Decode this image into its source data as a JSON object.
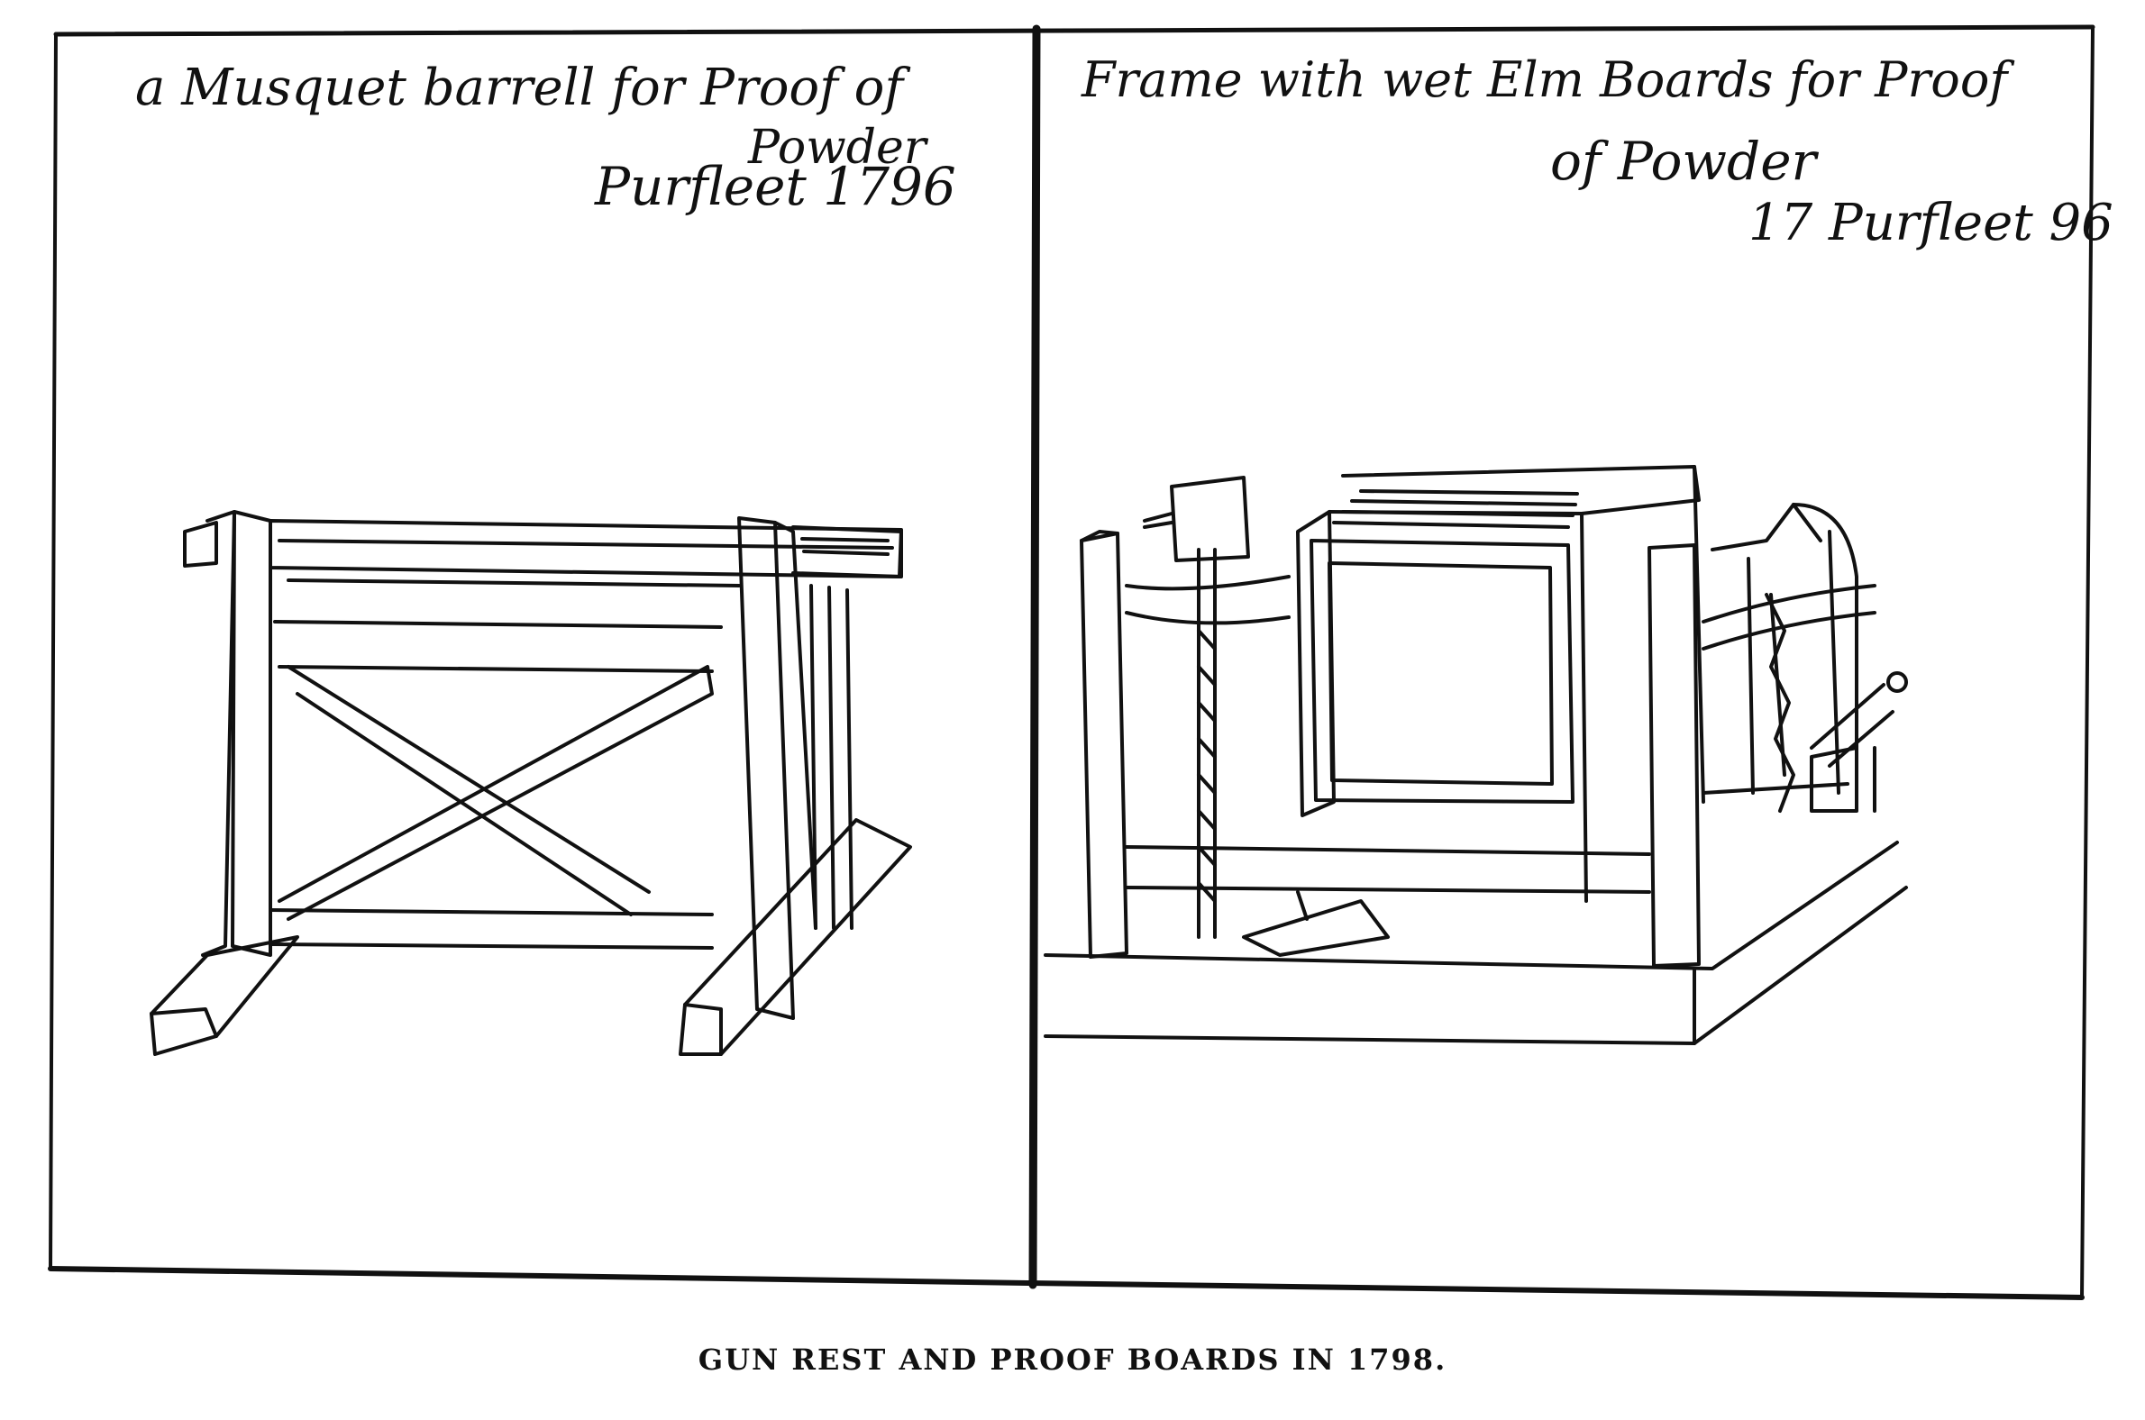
{
  "caption": "GUN REST AND PROOF BOARDS IN 1798.",
  "left_panel": {
    "inscription_line1": "a Musquet barrell for Proof of",
    "inscription_line2": "Powder",
    "inscription_line3": "Purfleet 1796"
  },
  "right_panel": {
    "inscription_line1": "Frame with wet Elm Boards for Proof",
    "inscription_line2": "of Powder",
    "inscription_line3": "17 Purfleet 96"
  },
  "colors": {
    "ink": "#111111",
    "paper": "#ffffff"
  }
}
